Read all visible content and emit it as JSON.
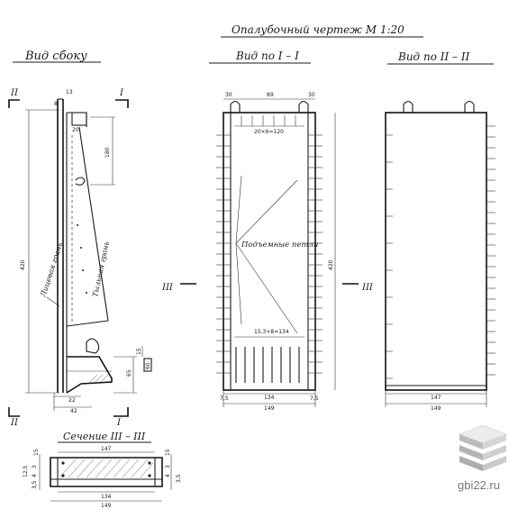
{
  "drawing": {
    "title": "Опалубочный чертеж М 1:20",
    "views": {
      "side": "Вид сбоку",
      "front": "Вид по I – I",
      "back": "Вид по II – II",
      "section": "Сечение III – III"
    },
    "section_marks": {
      "one": "I",
      "two": "II",
      "three": "III"
    },
    "side_labels": {
      "front_face": "Лицевая грань",
      "rear_face": "Тыльная грань",
      "height": "420",
      "d_180": "180",
      "d_65": "65",
      "d_15": "15",
      "d_60": "60",
      "d_22": "22",
      "d_42": "42",
      "d_13": "13",
      "d_20": "20",
      "d_8": "8"
    },
    "front_labels": {
      "top_left": "30",
      "top_mid": "89",
      "top_right": "30",
      "spacing_top": "20×6=120",
      "spacing_bottom": "15,3×8=134",
      "lift_loops": "Подъемные петли",
      "inner": "134",
      "total": "149",
      "edge_l": "7,5",
      "edge_r": "7,5",
      "height": "420"
    },
    "back_labels": {
      "inner": "147",
      "total": "149"
    },
    "section_labels": {
      "top": "147",
      "bottom_inner": "134",
      "bottom_total": "149",
      "left_1": "12,5",
      "left_2": "3",
      "left_3": "4",
      "left_4": "3,5",
      "left_5": "15",
      "right_1": "15",
      "right_2": "3",
      "right_3": "4",
      "right_4": "3,5"
    }
  },
  "watermark": {
    "site": "gbi22.ru",
    "icon": "stacked-slabs-icon",
    "color": "#8a8a8a"
  }
}
